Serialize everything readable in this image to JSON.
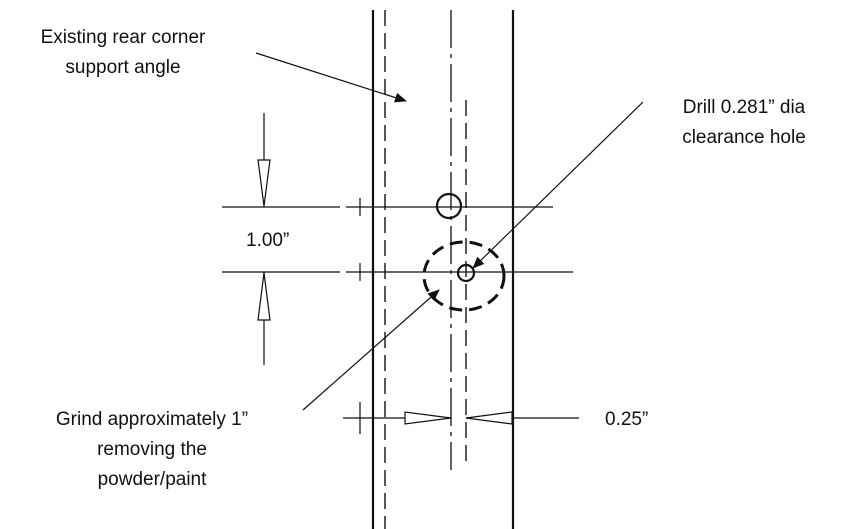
{
  "labels": {
    "existing_angle": [
      "Existing rear corner",
      "support angle"
    ],
    "drill_hole": [
      "Drill 0.281” dia",
      "clearance hole"
    ],
    "vertical_dim": "1.00”",
    "horizontal_dim": "0.25”",
    "grind_note": [
      "Grind approximately 1”",
      "removing the",
      "powder/paint"
    ]
  }
}
